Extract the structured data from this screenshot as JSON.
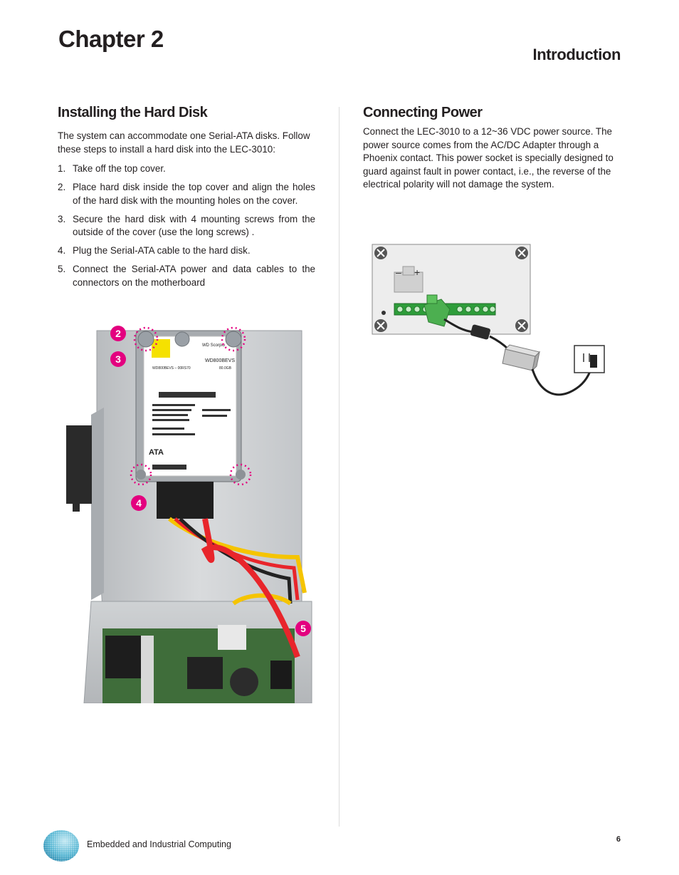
{
  "header": {
    "chapter": "Chapter 2",
    "section": "Introduction"
  },
  "left": {
    "heading": "Installing the  Hard Disk",
    "intro": "The system can accommodate one Serial-ATA disks. Follow these steps to install a hard disk into the LEC-3010:",
    "steps": [
      {
        "num": "1.",
        "text": "Take off the top cover."
      },
      {
        "num": "2.",
        "text": "Place hard disk inside the top cover and align the holes of the hard disk with the mounting holes on the cover."
      },
      {
        "num": "3.",
        "text": "Secure the hard disk with 4 mounting screws from the outside of the cover (use the long screws) ."
      },
      {
        "num": "4.",
        "text": "Plug the Serial-ATA cable to the hard disk."
      },
      {
        "num": "5.",
        "text": "Connect the Serial-ATA power and data cables to the connectors on the motherboard"
      }
    ],
    "callouts": [
      "2",
      "3",
      "4",
      "5"
    ],
    "disk_label": {
      "brand": "WD Scorpio",
      "model": "WD800BEVS",
      "model_line": "WD800BEVS – 00RS70",
      "capacity": "80.0GB",
      "interface_mark": "ATA"
    }
  },
  "right": {
    "heading": "Connecting Power",
    "body": "Connect the LEC-3010 to a 12~36 VDC power source. The power source comes from the AC/DC Adapter through a Phoenix contact. This power socket is specially designed to guard against fault in power contact, i.e., the reverse of the electrical polarity will not damage the system.",
    "polarity_minus": "–",
    "polarity_plus": "+"
  },
  "footer": {
    "company": "Embedded and Industrial Computing",
    "page": "6"
  },
  "colors": {
    "text": "#231f20",
    "callout": "#e3007f",
    "connector_green": "#4caf50",
    "sata_red": "#e8252b"
  }
}
